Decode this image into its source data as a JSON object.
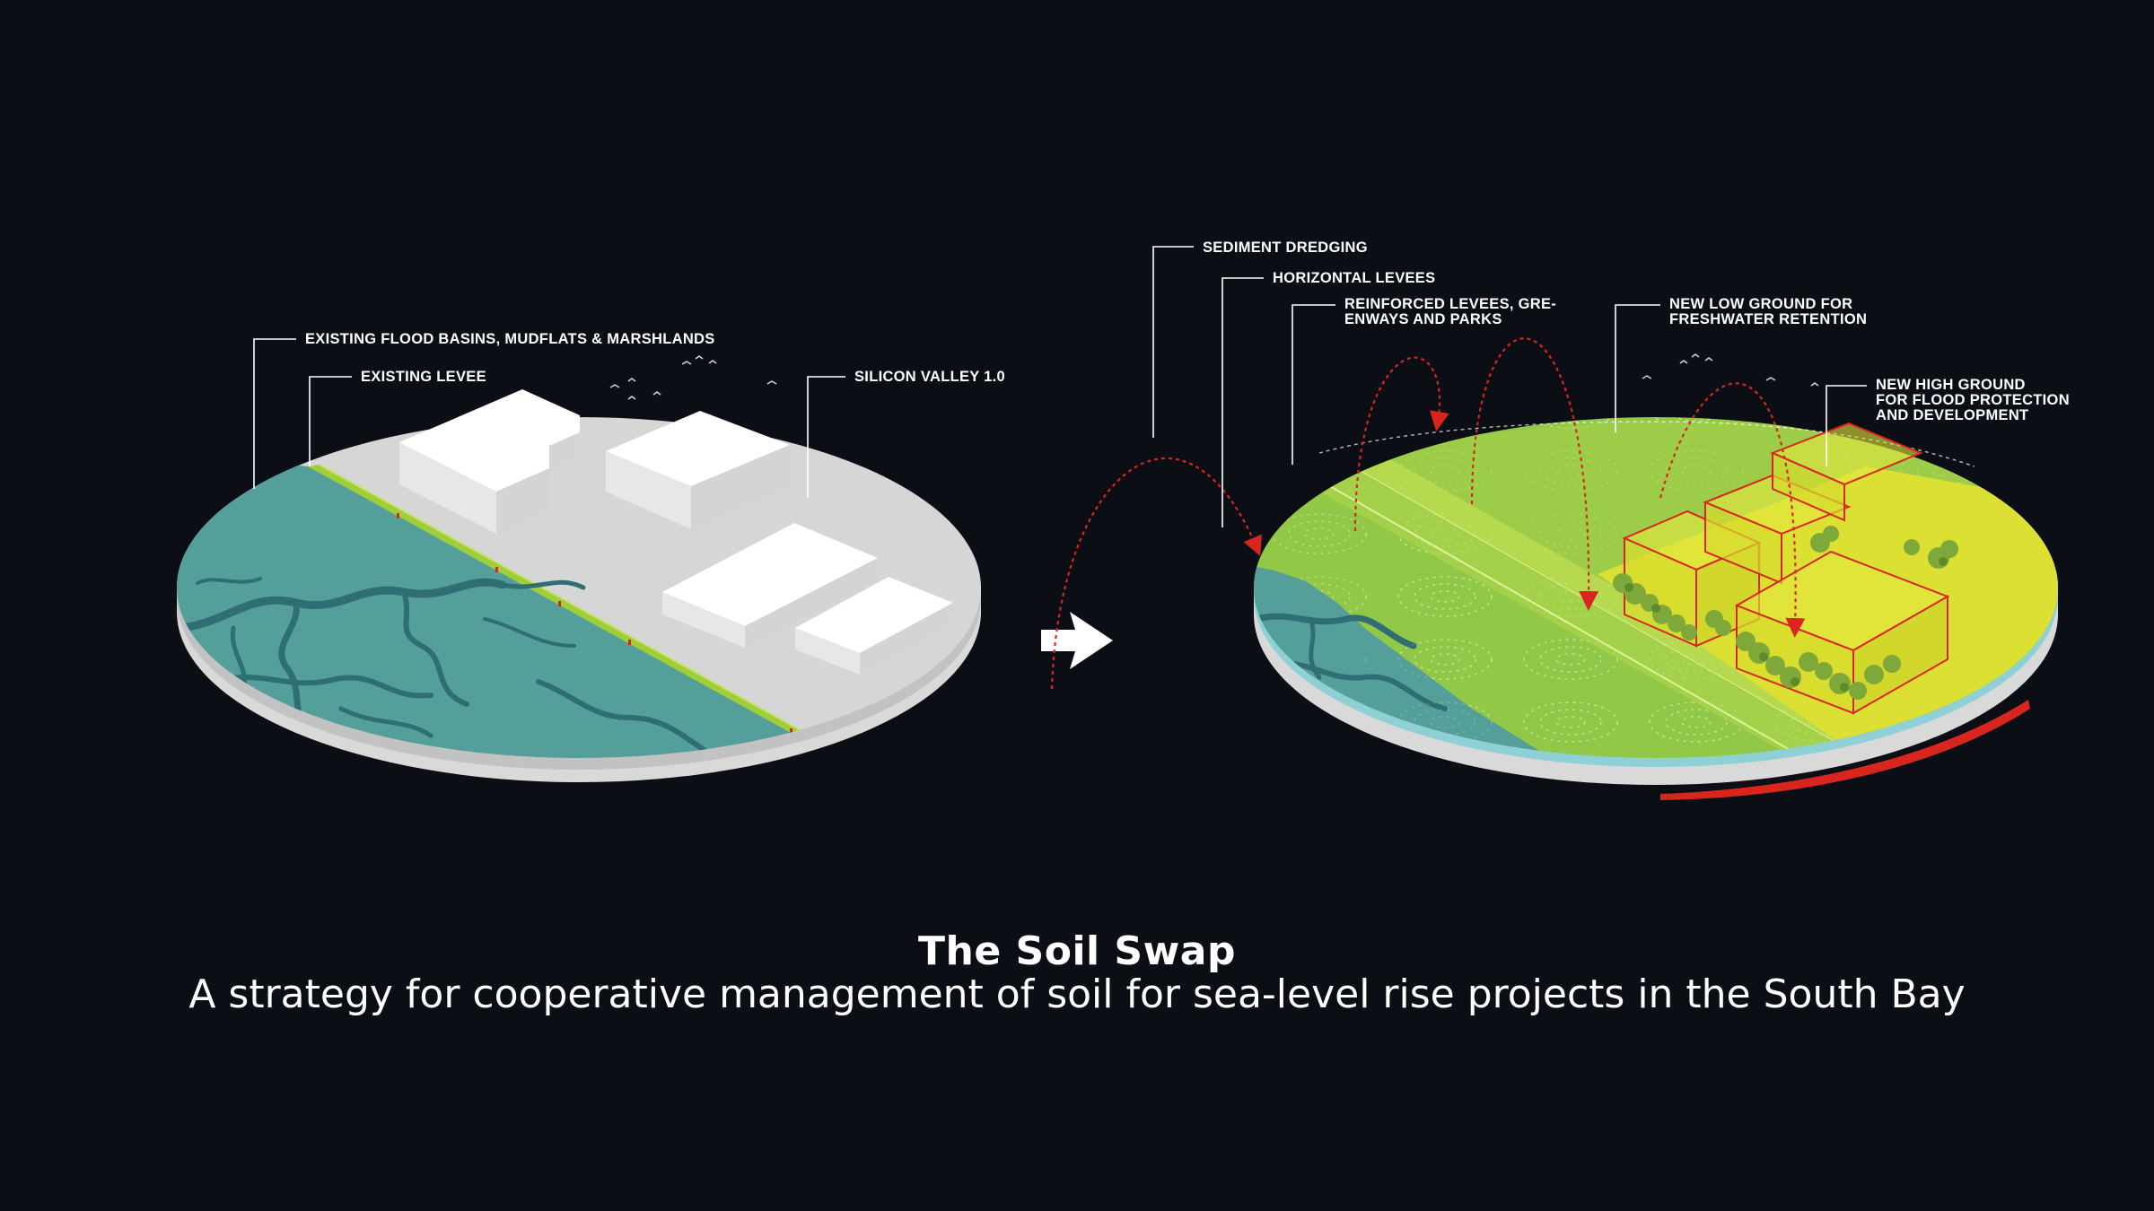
{
  "left_diagram": {
    "labels": {
      "flood_basins": "EXISTING FLOOD BASINS, MUDFLATS & MARSHLANDS",
      "levee": "EXISTING LEVEE",
      "silicon_valley": "SILICON VALLEY 1.0"
    }
  },
  "right_diagram": {
    "labels": {
      "sediment_dredging": "SEDIMENT DREDGING",
      "horizontal_levees": "HORIZONTAL LEVEES",
      "reinforced_levees_line1": "REINFORCED LEVEES, GRE-",
      "reinforced_levees_line2": "ENWAYS AND PARKS",
      "low_ground_line1": "NEW LOW GROUND FOR",
      "low_ground_line2": "FRESHWATER RETENTION",
      "high_ground_line1": "NEW HIGH GROUND",
      "high_ground_line2": "FOR FLOOD PROTECTION",
      "high_ground_line3": "AND DEVELOPMENT"
    }
  },
  "caption": {
    "title": "The Soil Swap",
    "subtitle": "A strategy for cooperative management of soil for sea-level rise  projects in the South Bay"
  },
  "colors": {
    "background": "#0c0e16",
    "water": "#559f9b",
    "channels": "#2f6e72",
    "urban_ground": "#d6d6d6",
    "buildings": "#ffffff",
    "levee_green": "#9fce3a",
    "marsh_green": "#92c847",
    "high_ground_yellow": "#dbe033",
    "soil_arrows": "#d8261f",
    "trees": "#7ea83a"
  },
  "icons": {
    "transition_arrow": "right-arrow-icon",
    "birds": "bird-icon",
    "trees": "tree-icon"
  }
}
